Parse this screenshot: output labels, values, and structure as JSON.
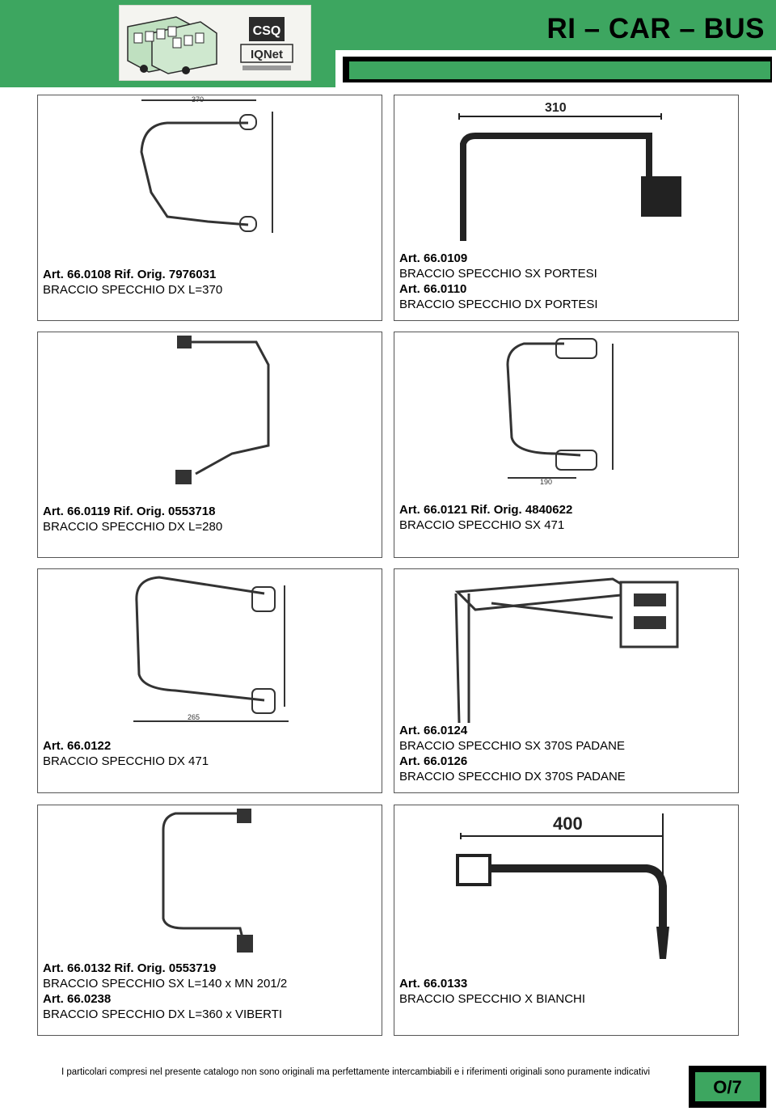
{
  "header": {
    "brand_title": "RI – CAR – BUS",
    "logo": {
      "icon": "bus-icon",
      "cert_text": "IQNet"
    }
  },
  "items": [
    {
      "lines": [
        {
          "text": "Art. 66.0108  Rif. Orig. 7976031",
          "bold": true
        },
        {
          "text": "BRACCIO SPECCHIO DX L=370",
          "bold": false
        }
      ]
    },
    {
      "lines": [
        {
          "text": "Art. 66.0109",
          "bold": true
        },
        {
          "text": "BRACCIO SPECCHIO SX PORTESI",
          "bold": false
        },
        {
          "text": "Art. 66.0110",
          "bold": true
        },
        {
          "text": "BRACCIO SPECCHIO DX PORTESI",
          "bold": false
        }
      ]
    },
    {
      "lines": [
        {
          "text": "Art. 66.0119  Rif. Orig. 0553718",
          "bold": true
        },
        {
          "text": "BRACCIO SPECCHIO DX L=280",
          "bold": false
        }
      ]
    },
    {
      "lines": [
        {
          "text": "Art. 66.0121  Rif. Orig. 4840622",
          "bold": true
        },
        {
          "text": "BRACCIO SPECCHIO SX 471",
          "bold": false
        }
      ]
    },
    {
      "lines": [
        {
          "text": "Art. 66.0122",
          "bold": true
        },
        {
          "text": "BRACCIO SPECCHIO DX 471",
          "bold": false
        }
      ]
    },
    {
      "lines": [
        {
          "text": "Art. 66.0124",
          "bold": true
        },
        {
          "text": "BRACCIO SPECCHIO SX 370S PADANE",
          "bold": false
        },
        {
          "text": "Art. 66.0126",
          "bold": true
        },
        {
          "text": "BRACCIO SPECCHIO DX 370S PADANE",
          "bold": false
        }
      ]
    },
    {
      "lines": [
        {
          "text": "Art. 66.0132  Rif. Orig. 0553719",
          "bold": true
        },
        {
          "text": "BRACCIO SPECCHIO SX L=140 x MN 201/2",
          "bold": false
        },
        {
          "text": "Art. 66.0238",
          "bold": true
        },
        {
          "text": "BRACCIO SPECCHIO DX L=360 x VIBERTI",
          "bold": false
        }
      ]
    },
    {
      "lines": [
        {
          "text": "Art. 66.0133",
          "bold": true
        },
        {
          "text": "BRACCIO SPECCHIO X BIANCHI",
          "bold": false
        }
      ]
    }
  ],
  "drawing_labels": {
    "d1_top": "370",
    "d2_top": "310",
    "d4_bottom": "190",
    "d5_bottom": "265",
    "d8_top": "400"
  },
  "footer": {
    "note": "I particolari compresi nel presente catalogo non sono originali ma perfettamente intercambiabili e i riferimenti originali sono puramente indicativi",
    "page": "O/7"
  }
}
